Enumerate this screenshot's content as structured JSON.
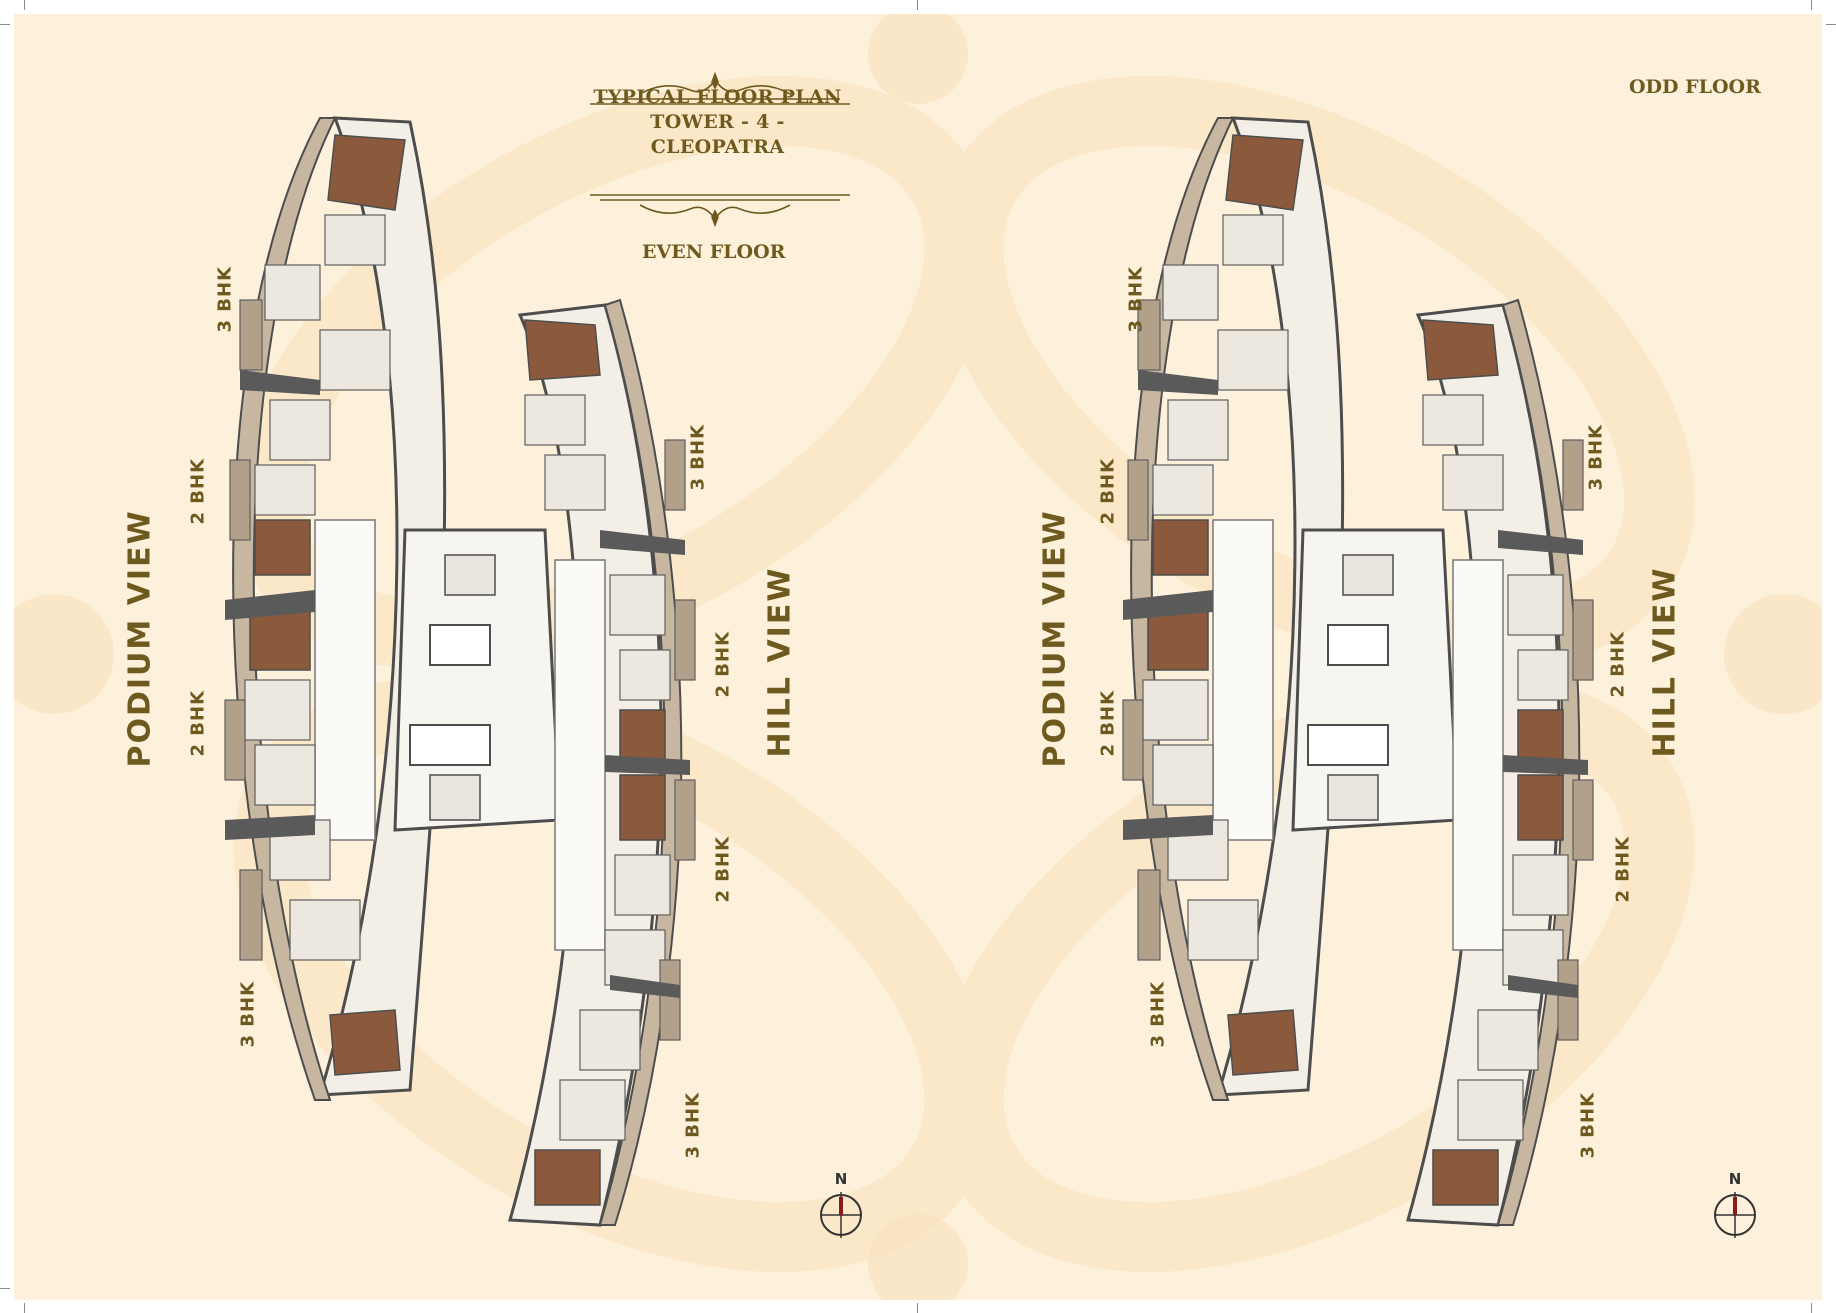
{
  "title": {
    "line1": "TYPICAL FLOOR PLAN",
    "line2": "TOWER - 4 - CLEOPATRA"
  },
  "plans": {
    "even": {
      "floor_label": "EVEN FLOOR",
      "left_view": "PODIUM VIEW",
      "right_view": "HILL VIEW",
      "units_left": [
        "3 BHK",
        "2 BHK",
        "2 BHK",
        "3 BHK"
      ],
      "units_right": [
        "3 BHK",
        "2 BHK",
        "2 BHK",
        "3 BHK"
      ],
      "compass": "N"
    },
    "odd": {
      "floor_label": "ODD FLOOR",
      "left_view": "PODIUM VIEW",
      "right_view": "HILL VIEW",
      "units_left": [
        "3 BHK",
        "2 BHK",
        "2 BHK",
        "3 BHK"
      ],
      "units_right": [
        "3 BHK",
        "2 BHK",
        "2 BHK",
        "3 BHK"
      ],
      "compass": "N"
    }
  },
  "colors": {
    "background": "#fdf1dc",
    "text": "#6e5a1e",
    "wood_floor": "#8b5a3c",
    "room_floor": "#f2efe8",
    "corridor": "#f7f5f0",
    "wall": "#5e5e5e",
    "balcony": "#b8a48a"
  }
}
